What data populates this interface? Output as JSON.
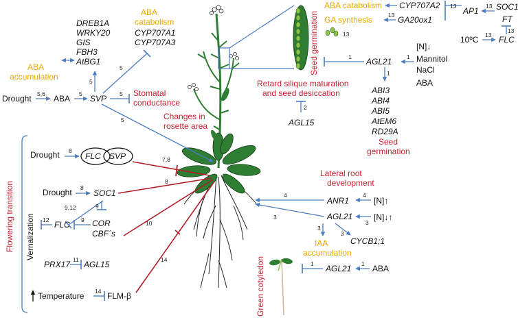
{
  "colors": {
    "blue": "#4a7cc0",
    "red": "#b01e2a",
    "orange": "#e8a800",
    "label_red": "#c8202f",
    "plant_green": "#2e7d32"
  },
  "left": {
    "drought": "Drought",
    "ref_drought_aba": "5,6",
    "aba": "ABA",
    "ref_aba_svp": "5",
    "svp": "SVP",
    "aba_accumulation": [
      "ABA",
      "accumulation"
    ],
    "gene_list": [
      "DREB1A",
      "WRKY20",
      "GIS",
      "FBH3",
      "AtBG1"
    ],
    "ref_svp_genes": "5",
    "aba_catabolism": [
      "ABA",
      "catabolism"
    ],
    "cyp_genes": [
      "CYP707A1",
      "CYP707A3"
    ],
    "ref_svp_cyp": "5",
    "stomatal": [
      "Stomatal",
      "conductance"
    ],
    "ref_stomatal": "5",
    "rosette": [
      "Changes in",
      "rosette area"
    ],
    "ref_rosette": "5"
  },
  "flowering": {
    "title": "Flowering transition",
    "drought1": "Drought",
    "ref_d1": "8",
    "flc": "FLC",
    "svp": "SVP",
    "ref_flc_svp": "7,8",
    "drought2": "Drought",
    "ref_d2": "8",
    "soc1": "SOC1",
    "ref_soc1_line": "8",
    "ref_9_12": "9,12",
    "ref_9a": "9",
    "vernalization": "Vernalization",
    "flc2": "FLC",
    "ref_12": "12",
    "ref_9b": "9",
    "cor": "COR",
    "cbf": "CBF´s",
    "ref_10": "10",
    "prx17": "PRX17",
    "ref_11": "11",
    "agl15": "AGL15",
    "ref_14_line": "14",
    "temperature": "Temperature",
    "ref_14": "14",
    "flm": "FLM-β"
  },
  "seed": {
    "title": "Seed germination",
    "aba_catabolism": "ABA catabolism",
    "cyp707a2": "CYP707A2",
    "ref_13a": "13",
    "ap1": "AP1",
    "ref_13b": "13",
    "soc1": "SOC1",
    "ft": "FT",
    "ref_13c": "13",
    "ga_synthesis": "GA synthesis",
    "ref_13d": "13",
    "ga20ox1": "GA20ox1",
    "ref_13e": "13",
    "temp": "10ºC",
    "ref_13f": "13",
    "flc": "FLC",
    "n_down": "[N]↓",
    "mannitol": "Mannitol",
    "nacl": "NaCl",
    "aba": "ABA",
    "ref_1a": "1",
    "ref_1b": "1",
    "agl21": "AGL21",
    "ref_1c": "1",
    "targets": [
      "ABI3",
      "ABI4",
      "ABI5",
      "AtEM6",
      "RD29A"
    ],
    "germination": [
      "Seed",
      "germination"
    ],
    "retard": [
      "Retard silique maturation",
      "and seed desiccation"
    ],
    "ref_2": "2",
    "agl15": "AGL15"
  },
  "root": {
    "lateral": [
      "Lateral root",
      "development"
    ],
    "anr1": "ANR1",
    "ref_4a": "4",
    "ref_4b": "4",
    "n_up": "[N]↑",
    "agl21": "AGL21",
    "ref_3a": "3",
    "ref_3b": "3",
    "n_updown": "[N]↓↑",
    "ref_3c": "3",
    "ref_3d": "3",
    "iaa": [
      "IAA",
      "accumulation"
    ],
    "cycb": "CYCB1;1"
  },
  "cotyledon": {
    "title": "Green cotyledon",
    "ref_1a": "1",
    "agl21": "AGL21",
    "ref_1b": "1",
    "aba": "ABA"
  }
}
